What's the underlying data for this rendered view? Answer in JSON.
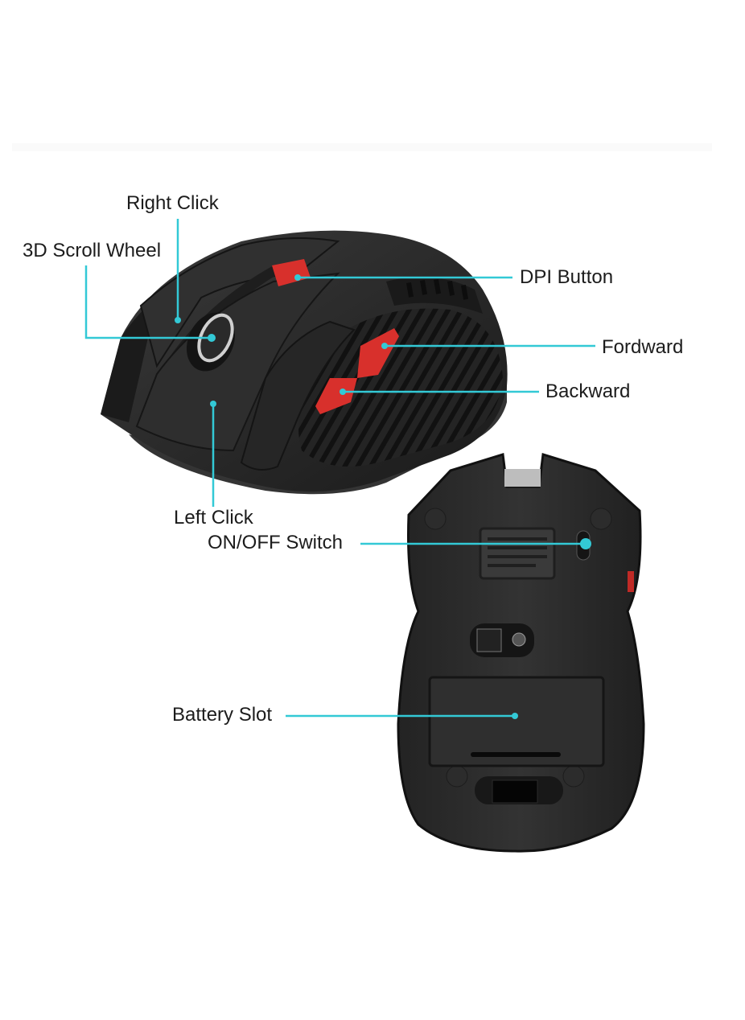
{
  "figure": {
    "subject": "Wireless gaming mouse feature diagram",
    "callout_color": "#33c9d6",
    "accent_button_color": "#d8302c",
    "mouse_body_color": "#2b2b2b",
    "labels": {
      "right_click": "Right Click",
      "scroll_wheel": "3D Scroll Wheel",
      "dpi_button": "DPI Button",
      "forward": "Fordward",
      "backward": "Backward",
      "left_click": "Left Click",
      "on_off_switch": "ON/OFF Switch",
      "battery_slot": "Battery Slot"
    },
    "views": [
      {
        "name": "top-side view"
      },
      {
        "name": "bottom view"
      }
    ]
  }
}
